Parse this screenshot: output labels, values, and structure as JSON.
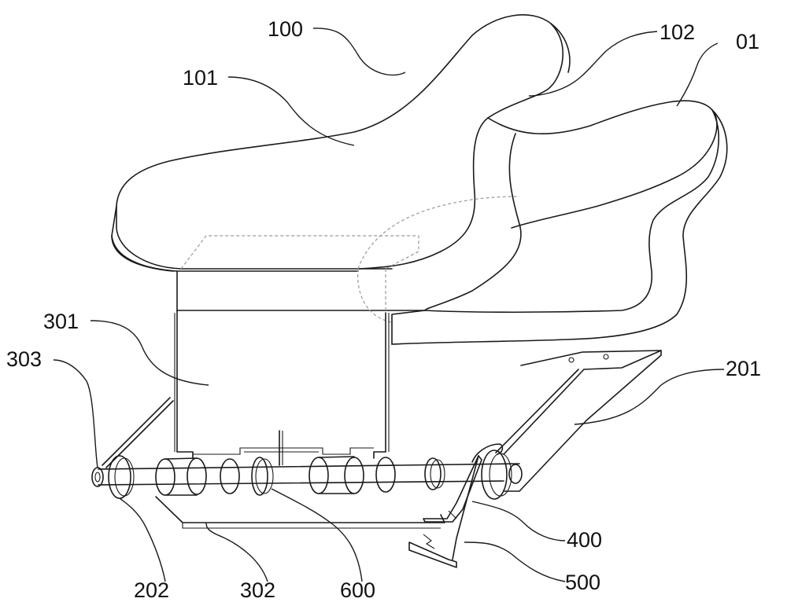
{
  "labels": {
    "l100": "100",
    "l101": "101",
    "l102": "102",
    "l01": "01",
    "l301": "301",
    "l303": "303",
    "l201": "201",
    "l202": "202",
    "l302": "302",
    "l600": "600",
    "l400": "400",
    "l500": "500"
  }
}
